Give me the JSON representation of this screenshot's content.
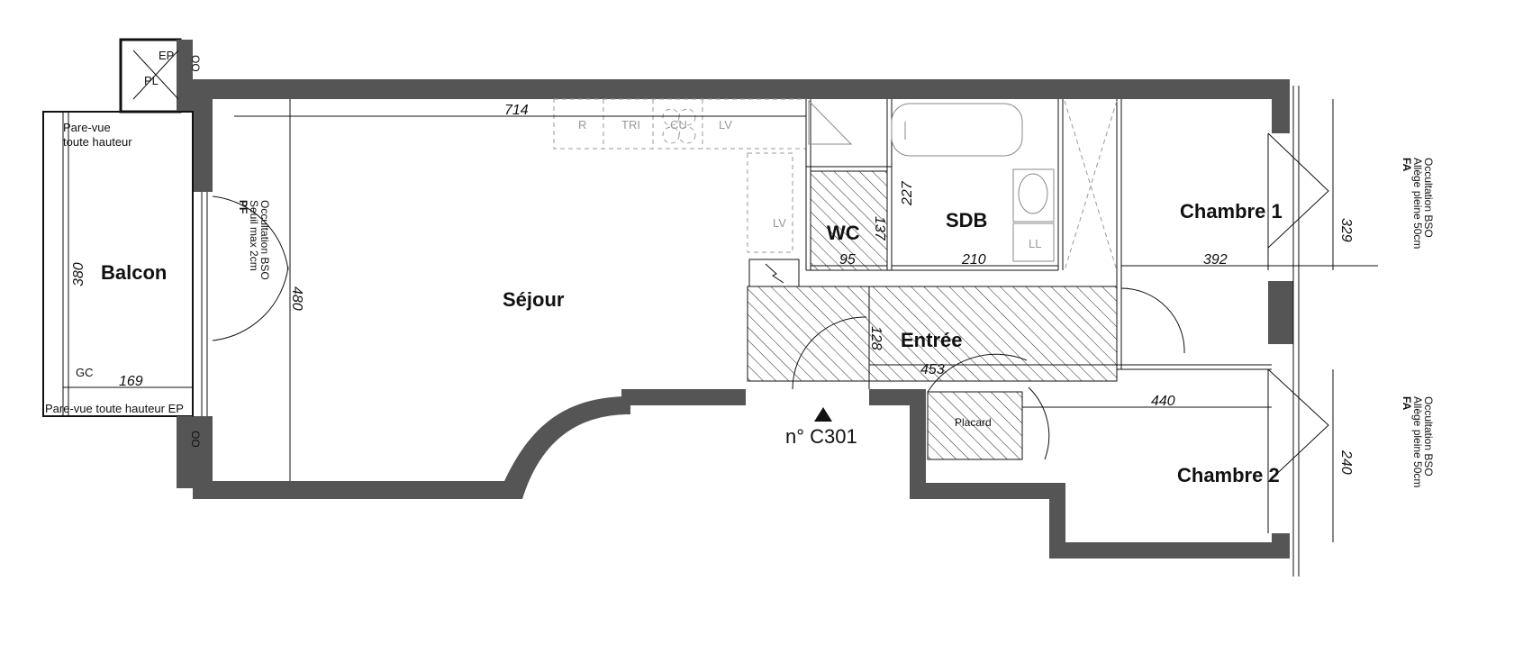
{
  "rooms": {
    "sejour": "Séjour",
    "balcon": "Balcon",
    "wc": "WC",
    "sdb": "SDB",
    "entree": "Entrée",
    "chambre1": "Chambre 1",
    "chambre2": "Chambre 2",
    "placard": "Placard"
  },
  "dimensions": {
    "sejour_width": "714",
    "sejour_depth": "480",
    "balcon_depth": "380",
    "balcon_width": "169",
    "wc_width": "95",
    "wc_depth": "137",
    "sdb_depth": "227",
    "sdb_width": "210",
    "entree_depth": "128",
    "entree_width": "453",
    "chambre1_width": "392",
    "chambre1_depth": "329",
    "chambre2_width": "440",
    "chambre2_depth": "240"
  },
  "annotations": {
    "ep_top": "EP",
    "pl": "PL",
    "pare_vue_top_1": "Pare-vue",
    "pare_vue_top_2": "toute hauteur",
    "pare_vue_bottom": "Pare-vue toute hauteur EP",
    "gc": "GC",
    "pf": "PF",
    "pf_line1": "Seuil max 2cm",
    "pf_line2": "Occultation BSO",
    "fa1": "FA",
    "fa1_line1": "Allège pleine 50cm",
    "fa1_line2": "Occultation  BSO",
    "fa2": "FA",
    "fa2_line1": "Allège pleine 50cm",
    "fa2_line2": "Occultation  BSO",
    "lot_number": "n° C301",
    "oo_top": "OO",
    "oo_bottom": "OO"
  },
  "fixtures": {
    "r": "R",
    "tri": "TRI",
    "cu": "CU",
    "lv_kitchen": "LV",
    "lv_wc": "LV",
    "ll": "LL"
  }
}
